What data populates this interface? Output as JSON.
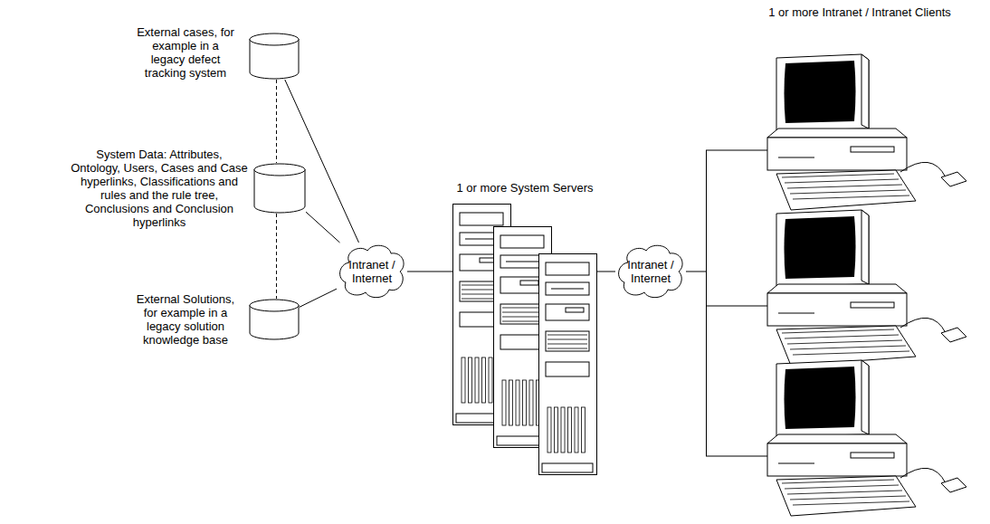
{
  "diagram": {
    "nodes": [
      {
        "text": [
          "External cases, for example in a legacy defect tracking system"
        ]
      },
      {
        "text": [
          "System Data: Attributes, Ontology, Users, Cases and Case hyperlinks, Classifications and rules and the rule tree, Conclusions and Conclusion hyperlinks"
        ]
      },
      {
        "text": [
          "External Solutions, for example in a legacy solution knowledge base"
        ]
      },
      {
        "text": [
          "Intranet / Internet"
        ]
      },
      {
        "text": [
          "1 or more System Servers"
        ]
      },
      {
        "text": [
          "Intranet / Internet"
        ]
      },
      {
        "text": [
          "1 or more Intranet / Intranet Clients"
        ]
      }
    ],
    "edges": [
      {
        "from": 0,
        "to": 3,
        "arrow": "none"
      },
      {
        "from": 1,
        "to": 3,
        "arrow": "none"
      },
      {
        "from": 2,
        "to": 3,
        "arrow": "none"
      },
      {
        "from": 0,
        "to": 1,
        "arrow": "none"
      },
      {
        "from": 1,
        "to": 2,
        "arrow": "none"
      },
      {
        "from": 3,
        "to": 4,
        "arrow": "none"
      },
      {
        "from": 4,
        "to": 5,
        "arrow": "none"
      },
      {
        "from": 5,
        "to": 6,
        "arrow": "none"
      }
    ]
  }
}
